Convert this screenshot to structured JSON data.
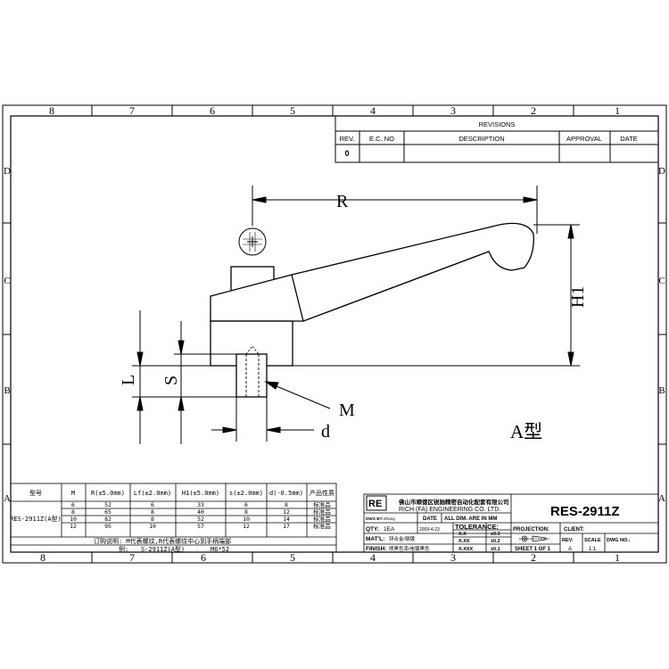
{
  "border": {
    "columns_top": [
      "8",
      "7",
      "6",
      "5",
      "4",
      "3",
      "2",
      "1"
    ],
    "columns_bottom": [
      "8",
      "7",
      "6",
      "5",
      "4",
      "3",
      "2",
      "1"
    ],
    "rows_left": [
      "D",
      "C",
      "B",
      "A"
    ],
    "rows_right": [
      "D",
      "C",
      "B",
      "A"
    ]
  },
  "revisions": {
    "title": "REVISIONS",
    "headers": [
      "REV.",
      "E.C. NO",
      "DESCRIPTION",
      "APPROVAL",
      "DATE"
    ],
    "row": [
      "0",
      "",
      "",
      "",
      ""
    ]
  },
  "drawing": {
    "dim_R": "R",
    "dim_H1": "H1",
    "dim_L": "L",
    "dim_S": "S",
    "dim_M": "M",
    "dim_d": "d",
    "type_label": "A型"
  },
  "spec_table": {
    "headers": [
      "型号",
      "M",
      "R(±5.0mm)",
      "Lf(±2.0mm)",
      "H1(±5.0mm)",
      "s(±2.0mm)",
      "d(-0.5mm)",
      "产品性质"
    ],
    "model": "RES-2911Z(A型)",
    "rows": [
      [
        "6",
        "52",
        "6",
        "33",
        "6",
        "8",
        "标准品"
      ],
      [
        "8",
        "65",
        "8",
        "40",
        "8",
        "12",
        "标准品"
      ],
      [
        "10",
        "82",
        "8",
        "52",
        "10",
        "14",
        "标准品"
      ],
      [
        "12",
        "95",
        "10",
        "57",
        "12",
        "17",
        "标准品"
      ]
    ],
    "note": "订购说明: M代表螺纹,R代表螺纹中心到手柄端部",
    "example_label": "例:",
    "example_model": "S-2911Z(A型)",
    "example_size": "M6*52"
  },
  "title_block": {
    "logo": "RE",
    "company_cn": "佛山市顺德区锐驰精密自动化配套有限公司",
    "company_en": "RICH (FA) ENGINEERING CO. LTD.",
    "part_number": "RES-2911Z",
    "dwg_by_label": "DWG BY:",
    "dwg_by": "Zhang",
    "date_label": "DATE",
    "date": "2009-4-23",
    "units_note": "ALL DIM. ARE IN MM",
    "qty_label": "QTY:",
    "qty": "1EA",
    "tolerance_label": "TOLERANCE:",
    "tol": [
      [
        "X.X",
        "±0.3"
      ],
      [
        "X.XX",
        "±0.2"
      ],
      [
        "X.XXX",
        "±0.1"
      ]
    ],
    "matl_label": "MAT'L:",
    "matl": "锌合金/钢镀",
    "finish_label": "FINISH:",
    "finish": "喷黑色漆/电镀黑色",
    "projection_label": "PROJECTION:",
    "sheet": "SHEET 1 OF 1",
    "client_label": "CLIENT:",
    "rev_label": "REV:",
    "rev": "A",
    "scale_label": "SCALE",
    "scale": "1:1",
    "dwg_no_label": "DWG NO.:"
  }
}
